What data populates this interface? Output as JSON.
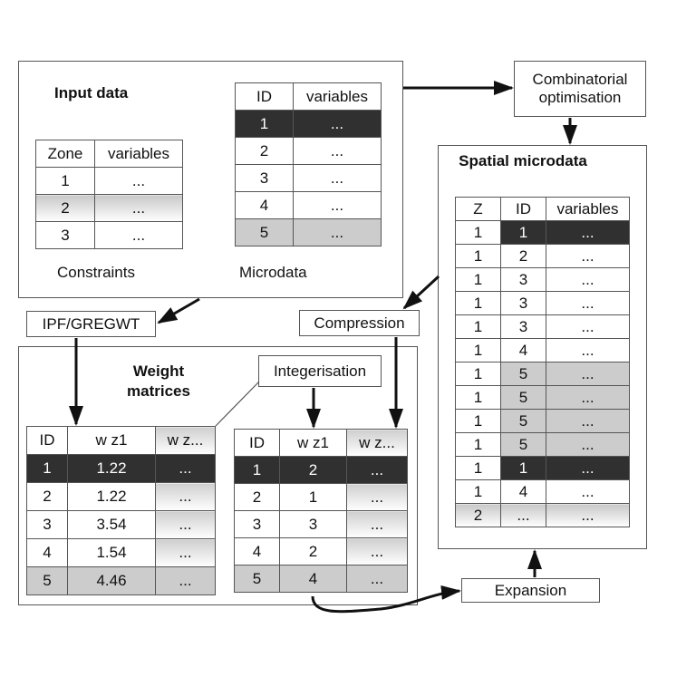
{
  "input_panel": {
    "title": "Input data",
    "constraints": {
      "caption": "Constraints",
      "headers": [
        "Zone",
        "variables"
      ],
      "rows": [
        [
          "1",
          "..."
        ],
        [
          "2",
          "..."
        ],
        [
          "3",
          "..."
        ]
      ]
    },
    "microdata": {
      "caption": "Microdata",
      "headers": [
        "ID",
        "variables"
      ],
      "rows": [
        [
          "1",
          "..."
        ],
        [
          "2",
          "..."
        ],
        [
          "3",
          "..."
        ],
        [
          "4",
          "..."
        ],
        [
          "5",
          "..."
        ]
      ]
    }
  },
  "process_boxes": {
    "combinatorial": "Combinatorial optimisation",
    "ipf": "IPF/GREGWT",
    "compression": "Compression",
    "integerisation": "Integerisation",
    "expansion": "Expansion"
  },
  "spatial_panel": {
    "title": "Spatial microdata",
    "headers": [
      "Z",
      "ID",
      "variables"
    ],
    "rows": [
      [
        "1",
        "1",
        "..."
      ],
      [
        "1",
        "2",
        "..."
      ],
      [
        "1",
        "3",
        "..."
      ],
      [
        "1",
        "3",
        "..."
      ],
      [
        "1",
        "3",
        "..."
      ],
      [
        "1",
        "4",
        "..."
      ],
      [
        "1",
        "5",
        "..."
      ],
      [
        "1",
        "5",
        "..."
      ],
      [
        "1",
        "5",
        "..."
      ],
      [
        "1",
        "5",
        "..."
      ],
      [
        "1",
        "1",
        "..."
      ],
      [
        "1",
        "4",
        "..."
      ],
      [
        "2",
        "...",
        "..."
      ]
    ]
  },
  "weights_panel": {
    "title": "Weight matrices",
    "fractional": {
      "headers": [
        "ID",
        "w z1",
        "w z..."
      ],
      "rows": [
        [
          "1",
          "1.22",
          "..."
        ],
        [
          "2",
          "1.22",
          "..."
        ],
        [
          "3",
          "3.54",
          "..."
        ],
        [
          "4",
          "1.54",
          "..."
        ],
        [
          "5",
          "4.46",
          "..."
        ]
      ]
    },
    "integer": {
      "headers": [
        "ID",
        "w z1",
        "w z..."
      ],
      "rows": [
        [
          "1",
          "2",
          "..."
        ],
        [
          "2",
          "1",
          "..."
        ],
        [
          "3",
          "3",
          "..."
        ],
        [
          "4",
          "2",
          "..."
        ],
        [
          "5",
          "4",
          "..."
        ]
      ]
    }
  },
  "colors": {
    "dark_row": "#303030",
    "light_row": "#cccccc",
    "border": "#555555"
  }
}
